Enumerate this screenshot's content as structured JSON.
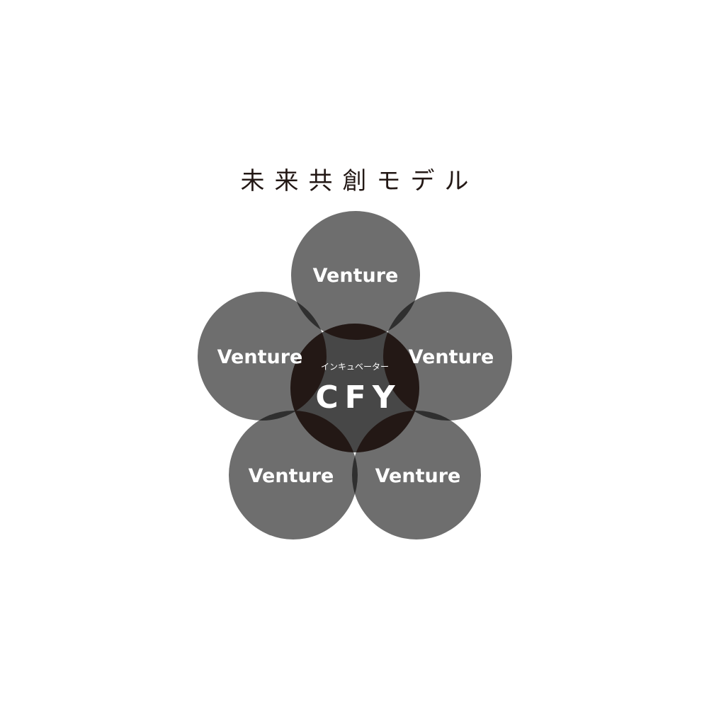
{
  "title": "未来共創モデル",
  "center": {
    "subtitle": "インキュベーター",
    "label": "CFY"
  },
  "ventures": [
    "Venture",
    "Venture",
    "Venture",
    "Venture",
    "Venture"
  ],
  "colors": {
    "venture": "#6e6e6e",
    "center_dark": "#231815",
    "center_light": "#474747",
    "text": "#ffffff"
  }
}
